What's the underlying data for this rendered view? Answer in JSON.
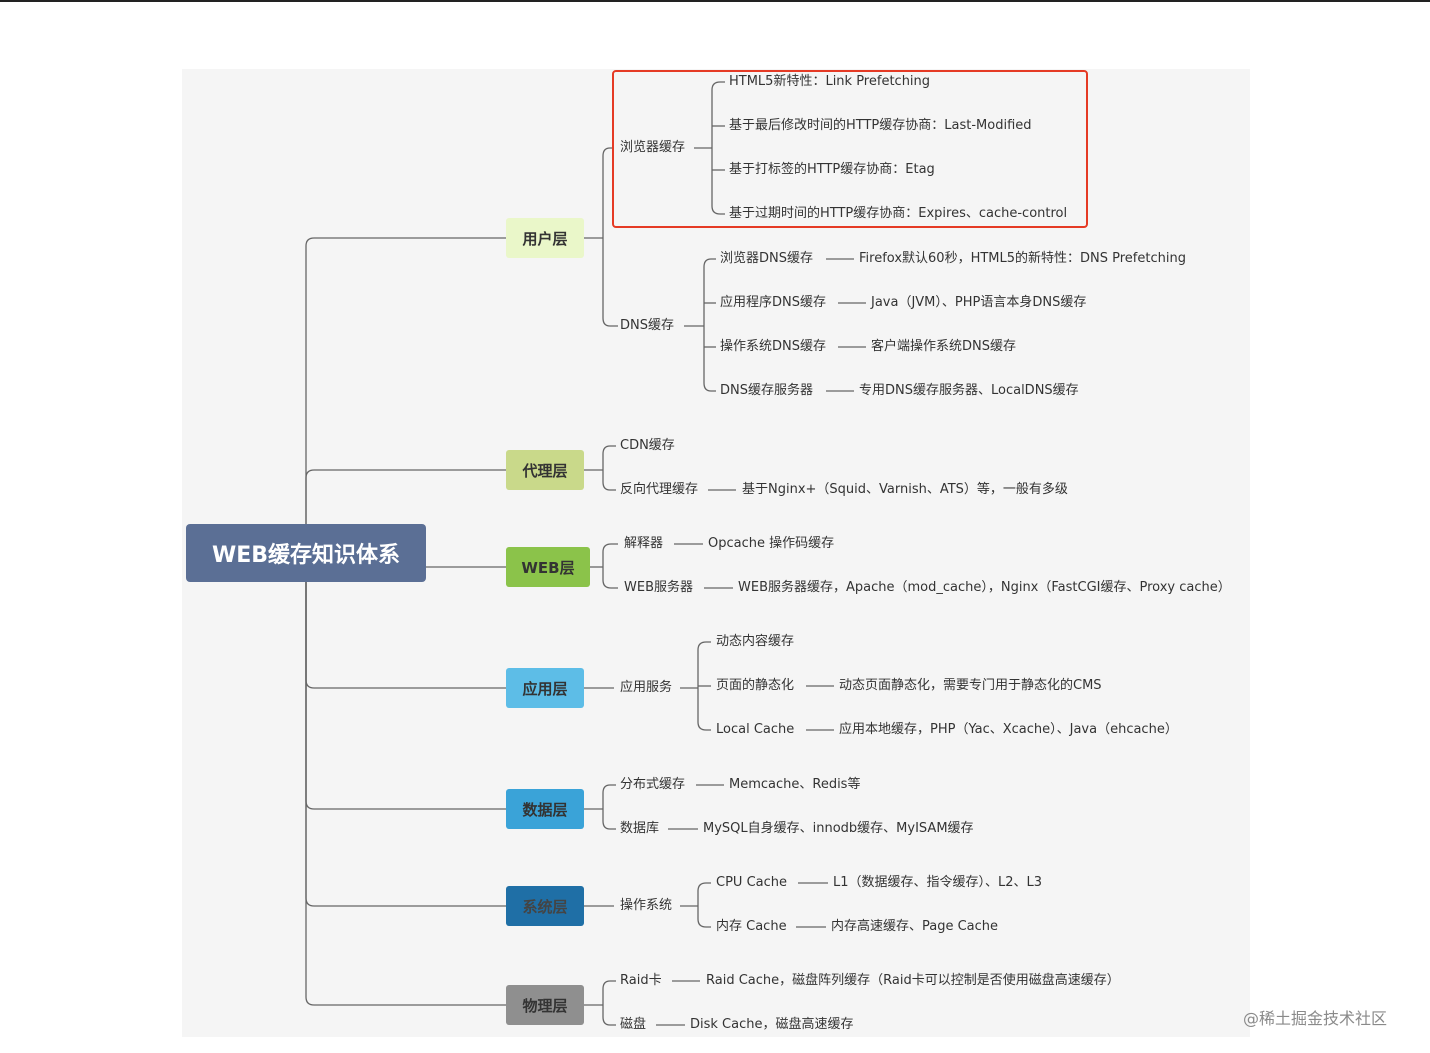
{
  "root": "WEB缓存知识体系",
  "layers": [
    {
      "label": "用户层",
      "bg": "#eaf7c9",
      "fg": "#333333"
    },
    {
      "label": "代理层",
      "bg": "#c9d98a",
      "fg": "#333333"
    },
    {
      "label": "WEB层",
      "bg": "#8bc34a",
      "fg": "#333333"
    },
    {
      "label": "应用层",
      "bg": "#5dbde7",
      "fg": "#333333"
    },
    {
      "label": "数据层",
      "bg": "#3aa3d8",
      "fg": "#333333"
    },
    {
      "label": "系统层",
      "bg": "#1f6fa6",
      "fg": "#444444"
    },
    {
      "label": "物理层",
      "bg": "#8f8f8f",
      "fg": "#333333"
    }
  ],
  "user": {
    "browser_cache": "浏览器缓存",
    "b1": "HTML5新特性：Link Prefetching",
    "b2": "基于最后修改时间的HTTP缓存协商：Last-Modified",
    "b3": "基于打标签的HTTP缓存协商：Etag",
    "b4": "基于过期时间的HTTP缓存协商：Expires、cache-control",
    "dns_cache": "DNS缓存",
    "d1": "浏览器DNS缓存",
    "d1v": "Firefox默认60秒，HTML5的新特性：DNS Prefetching",
    "d2": "应用程序DNS缓存",
    "d2v": "Java（JVM）、PHP语言本身DNS缓存",
    "d3": "操作系统DNS缓存",
    "d3v": "客户端操作系统DNS缓存",
    "d4": "DNS缓存服务器",
    "d4v": "专用DNS缓存服务器、LocalDNS缓存"
  },
  "proxy": {
    "cdn": "CDN缓存",
    "reverse": "反向代理缓存",
    "reverse_v": "基于Nginx+（Squid、Varnish、ATS）等，一般有多级"
  },
  "web": {
    "interp": "解释器",
    "interp_v": "Opcache 操作码缓存",
    "server": "WEB服务器",
    "server_v": "WEB服务器缓存，Apache（mod_cache），Nginx（FastCGI缓存、Proxy cache）"
  },
  "app": {
    "service": "应用服务",
    "a1": "动态内容缓存",
    "a2": "页面的静态化",
    "a2v": "动态页面静态化，需要专门用于静态化的CMS",
    "a3": "Local Cache",
    "a3v": "应用本地缓存，PHP（Yac、Xcache）、Java（ehcache）"
  },
  "data": {
    "dist": "分布式缓存",
    "dist_v": "Memcache、Redis等",
    "db": "数据库",
    "db_v": "MySQL自身缓存、innodb缓存、MyISAM缓存"
  },
  "sys": {
    "os": "操作系统",
    "cpu": "CPU Cache",
    "cpu_v": "L1（数据缓存、指令缓存）、L2、L3",
    "mem": "内存 Cache",
    "mem_v": "内存高速缓存、Page Cache"
  },
  "phys": {
    "raid": "Raid卡",
    "raid_v": "Raid Cache，磁盘阵列缓存（Raid卡可以控制是否使用磁盘高速缓存）",
    "disk": "磁盘",
    "disk_v": "Disk Cache，磁盘高速缓存"
  },
  "watermark": "@稀土掘金技术社区",
  "colors": {
    "connector": "#666666",
    "highlight": "#e53a25",
    "root_bg": "#5b6f95"
  }
}
